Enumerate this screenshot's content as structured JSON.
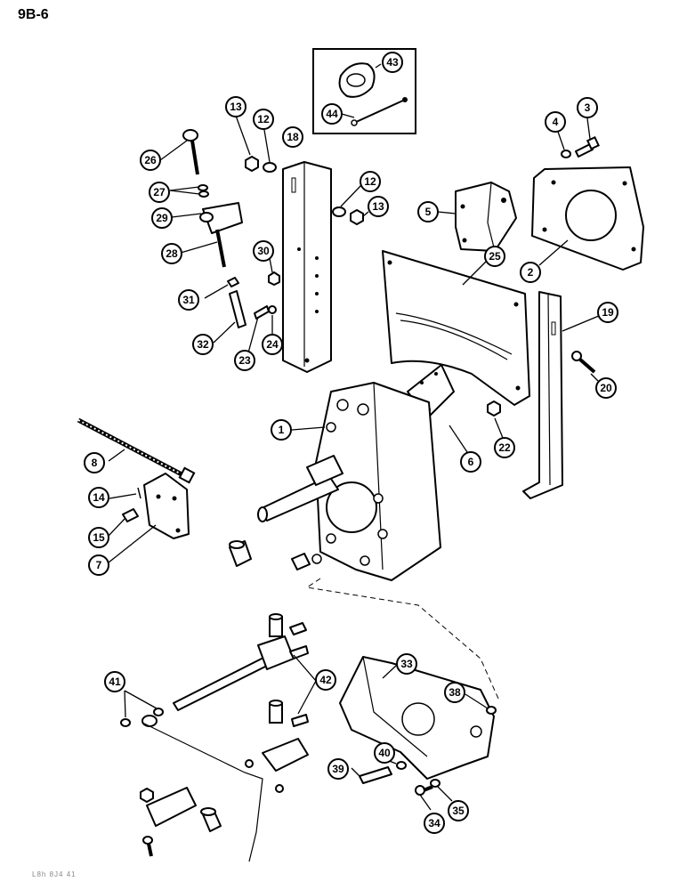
{
  "page_label": "9B-6",
  "footer_code": "L8h 8J4 41",
  "callouts": [
    {
      "label": "43"
    },
    {
      "label": "44"
    },
    {
      "label": "13"
    },
    {
      "label": "12"
    },
    {
      "label": "18"
    },
    {
      "label": "4"
    },
    {
      "label": "3"
    },
    {
      "label": "26"
    },
    {
      "label": "27"
    },
    {
      "label": "29"
    },
    {
      "label": "12"
    },
    {
      "label": "13"
    },
    {
      "label": "5"
    },
    {
      "label": "28"
    },
    {
      "label": "30"
    },
    {
      "label": "25"
    },
    {
      "label": "2"
    },
    {
      "label": "31"
    },
    {
      "label": "32"
    },
    {
      "label": "23"
    },
    {
      "label": "24"
    },
    {
      "label": "19"
    },
    {
      "label": "20"
    },
    {
      "label": "1"
    },
    {
      "label": "22"
    },
    {
      "label": "6"
    },
    {
      "label": "8"
    },
    {
      "label": "14"
    },
    {
      "label": "15"
    },
    {
      "label": "7"
    },
    {
      "label": "41"
    },
    {
      "label": "42"
    },
    {
      "label": "33"
    },
    {
      "label": "38"
    },
    {
      "label": "40"
    },
    {
      "label": "39"
    },
    {
      "label": "35"
    },
    {
      "label": "34"
    }
  ]
}
